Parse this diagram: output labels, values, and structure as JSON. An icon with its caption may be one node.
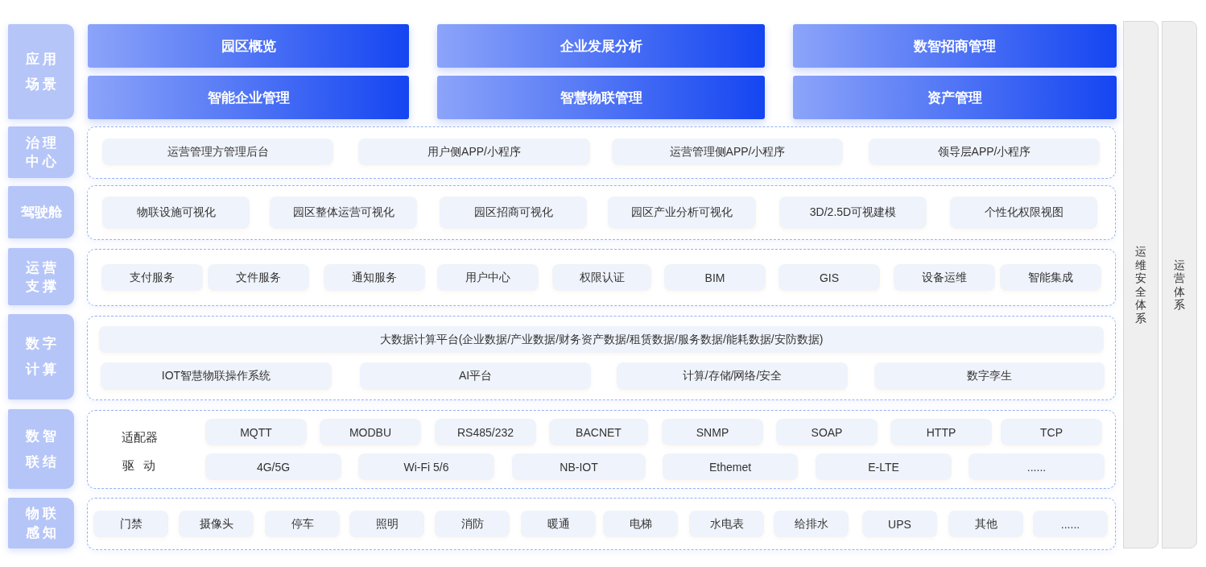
{
  "diagram": {
    "nodes": [
      {
        "text": [
          "应用场景"
        ]
      },
      {
        "text": [
          "园区概览"
        ]
      },
      {
        "text": [
          "企业发展分析"
        ]
      },
      {
        "text": [
          "数智招商管理"
        ]
      },
      {
        "text": [
          "智能企业管理"
        ]
      },
      {
        "text": [
          "智慧物联管理"
        ]
      },
      {
        "text": [
          "资产管理"
        ]
      },
      {
        "text": [
          "治理中心"
        ]
      },
      {
        "text": [],
        "shape": "box"
      },
      {
        "text": [
          "运营管理方管理后台"
        ],
        "in": 8
      },
      {
        "text": [
          "用户侧APP/小程序"
        ],
        "in": 8
      },
      {
        "text": [
          "运营管理侧APP/小程序"
        ],
        "in": 8
      },
      {
        "text": [
          "领导层APP/小程序"
        ],
        "in": 8
      },
      {
        "text": [
          "驾驶舱"
        ]
      },
      {
        "text": [],
        "shape": "box"
      },
      {
        "text": [
          "物联设施可视化"
        ],
        "in": 14
      },
      {
        "text": [
          "园区整体运营可视化"
        ],
        "in": 14
      },
      {
        "text": [
          "园区招商可视化"
        ],
        "in": 14
      },
      {
        "text": [
          "园区产业分析可视化"
        ],
        "in": 14
      },
      {
        "text": [
          "3D/2.5D可视建模"
        ],
        "in": 14
      },
      {
        "text": [
          "个性化权限视图"
        ],
        "in": 14
      },
      {
        "text": [
          "运营支撑"
        ]
      },
      {
        "text": [],
        "shape": "box"
      },
      {
        "text": [
          "支付服务"
        ],
        "in": 22
      },
      {
        "text": [
          "文件服务"
        ],
        "in": 22
      },
      {
        "text": [
          "通知服务"
        ],
        "in": 22
      },
      {
        "text": [
          "用户中心"
        ],
        "in": 22
      },
      {
        "text": [
          "权限认证"
        ],
        "in": 22
      },
      {
        "text": [
          "BIM"
        ],
        "in": 22
      },
      {
        "text": [
          "GIS"
        ],
        "in": 22
      },
      {
        "text": [
          "设备运维"
        ],
        "in": 22
      },
      {
        "text": [
          "智能集成"
        ],
        "in": 22
      },
      {
        "text": [
          "数字计算"
        ]
      },
      {
        "text": [],
        "shape": "box"
      },
      {
        "text": [
          "大数据计算平台(企业数据/产业数据/财务资产数据/租赁数据/服务数据/能耗数据/安防数据)"
        ],
        "in": 33
      },
      {
        "text": [
          "IOT智慧物联操作系统"
        ],
        "in": 33
      },
      {
        "text": [
          "AI平台"
        ],
        "in": 33
      },
      {
        "text": [
          "计算/存储/网络/安全"
        ],
        "in": 33
      },
      {
        "text": [
          "数字孪生"
        ],
        "in": 33
      },
      {
        "text": [
          "数智联结"
        ]
      },
      {
        "text": [],
        "shape": "box"
      },
      {
        "text": [
          "MQTT"
        ],
        "in": 40
      },
      {
        "text": [
          "MODBU"
        ],
        "in": 40
      },
      {
        "text": [
          "RS485/232"
        ],
        "in": 40
      },
      {
        "text": [
          "BACNET"
        ],
        "in": 40
      },
      {
        "text": [
          "SNMP"
        ],
        "in": 40
      },
      {
        "text": [
          "SOAP"
        ],
        "in": 40
      },
      {
        "text": [
          "HTTP"
        ],
        "in": 40
      },
      {
        "text": [
          "TCP"
        ],
        "in": 40
      },
      {
        "text": [
          "4G/5G"
        ],
        "in": 40
      },
      {
        "text": [
          "Wi-Fi 5/6"
        ],
        "in": 40
      },
      {
        "text": [
          "NB-IOT"
        ],
        "in": 40
      },
      {
        "text": [
          "Ethemet"
        ],
        "in": 40
      },
      {
        "text": [
          "E-LTE"
        ],
        "in": 40
      },
      {
        "text": [
          "......"
        ],
        "in": 40
      },
      {
        "text": [
          "物联感知"
        ]
      },
      {
        "text": [],
        "shape": "box"
      },
      {
        "text": [
          "门禁"
        ],
        "in": 56
      },
      {
        "text": [
          "摄像头"
        ],
        "in": 56
      },
      {
        "text": [
          "停车"
        ],
        "in": 56
      },
      {
        "text": [
          "照明"
        ],
        "in": 56
      },
      {
        "text": [
          "消防"
        ],
        "in": 56
      },
      {
        "text": [
          "暖通"
        ],
        "in": 56
      },
      {
        "text": [
          "电梯"
        ],
        "in": 56
      },
      {
        "text": [
          "水电表"
        ],
        "in": 56
      },
      {
        "text": [
          "给排水"
        ],
        "in": 56
      },
      {
        "text": [
          "UPS"
        ],
        "in": 56
      },
      {
        "text": [
          "其他"
        ],
        "in": 56
      },
      {
        "text": [
          "......"
        ],
        "in": 56
      },
      {
        "text": [
          "运维安全体系"
        ]
      },
      {
        "text": [
          "运营体系"
        ]
      }
    ],
    "labels": [
      "适配器",
      "驱 动"
    ]
  }
}
